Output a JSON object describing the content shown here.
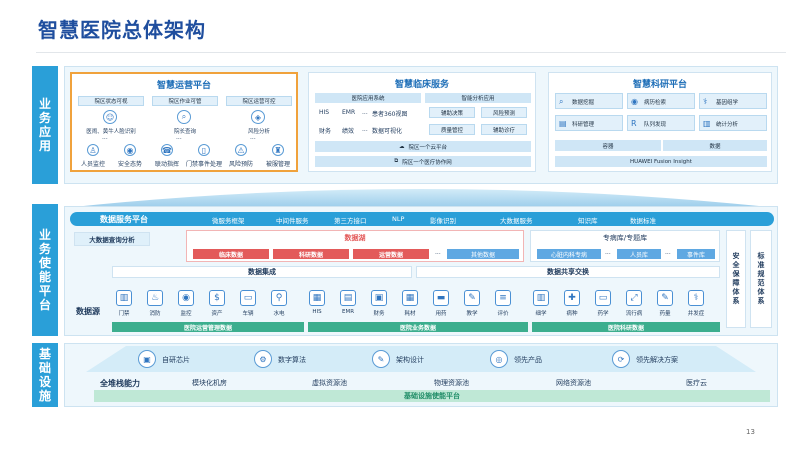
{
  "title": "智慧医院总体架构",
  "page_number": "13",
  "sections": {
    "business_app": "业务应用",
    "business_enable": "业务使能平台",
    "infra": "基础设施"
  },
  "ops": {
    "title": "智慧运营平台",
    "tabs": [
      "院区状态可视",
      "院区作业可管",
      "院区运营可控"
    ],
    "sub_items": [
      "医闹、黄牛人脸识别",
      "院长查询",
      "风险分析"
    ],
    "ellipsis": "...",
    "items": [
      "人员监控",
      "安全态势",
      "联动指挥",
      "门禁事件处理",
      "风险预防",
      "被服管理"
    ]
  },
  "clinic": {
    "title": "智慧临床服务",
    "sys_title": "医院应用系统",
    "sys_items": [
      "HIS",
      "EMR",
      "...",
      "患者360视图",
      "财务",
      "绩效",
      "...",
      "数据可视化"
    ],
    "ana_title": "智能分析应用",
    "ana_items": [
      "辅助决策",
      "风险预测",
      "质量管控",
      "辅助诊疗"
    ],
    "cloud": "院区一个云平台",
    "net": "院区一个医疗协作网"
  },
  "research": {
    "title": "智慧科研平台",
    "items": [
      "数据挖掘",
      "病历检索",
      "基因组学",
      "科研管理",
      "队列发现",
      "统计分析"
    ],
    "container": "容器",
    "data": "数据",
    "fusion": "HUAWEI Fusion Insight"
  },
  "dsp": {
    "title": "数据服务平台",
    "items": [
      "微服务框架",
      "中间件服务",
      "第三方接口",
      "NLP",
      "影像识别",
      "大数据服务",
      "知识库",
      "数据标准"
    ],
    "query": "大数据查询分析",
    "lake": "数据湖",
    "lake_items": [
      "临床数据",
      "科研数据",
      "运营数据",
      "...",
      "其他数据"
    ],
    "special": "专病库/专题库",
    "special_items": [
      "心脏内科专病",
      "...",
      "人员库",
      "...",
      "事件库"
    ],
    "integrate": "数据集成",
    "share": "数据共享交换",
    "security": "安全保障体系",
    "standard": "标准规范体系"
  },
  "sources": {
    "label": "数据源",
    "items": [
      "门禁",
      "消防",
      "监控",
      "资产",
      "车辆",
      "水电",
      "HIS",
      "EMR",
      "财务",
      "耗材",
      "用药",
      "教学",
      "评价",
      "细学",
      "病种",
      "药学",
      "流行病",
      "药量",
      "并发症"
    ],
    "groups": [
      "医院运营管理数据",
      "医院业务数据",
      "医院科研数据"
    ]
  },
  "infra": {
    "items": [
      "自研芯片",
      "数字算法",
      "架构设计",
      "领先产品",
      "领先解决方案"
    ],
    "full_stack": "全堆栈能力",
    "row": [
      "模块化机房",
      "虚拟资源池",
      "物理资源池",
      "网络资源池",
      "医疗云"
    ],
    "platform": "基础设施使能平台"
  }
}
